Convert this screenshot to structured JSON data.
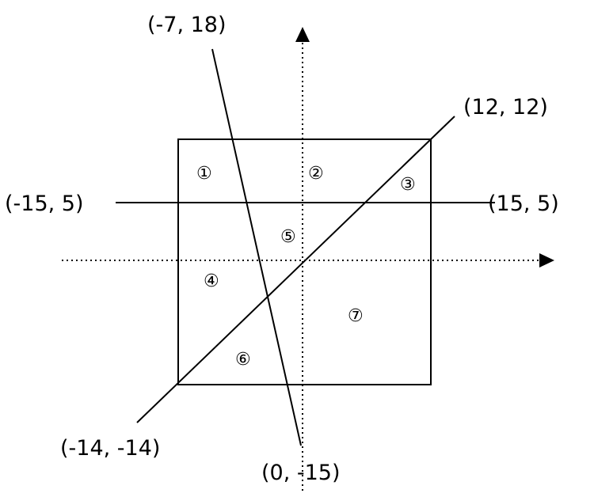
{
  "diagram": {
    "axes": {
      "x_arrow": true,
      "y_arrow": true,
      "style": "dotted"
    },
    "square": {
      "stroke": "#000000"
    },
    "lines": [
      {
        "name": "line-a",
        "from": "(-7, 18)",
        "to": "(0, -15)"
      },
      {
        "name": "line-b",
        "from": "(-14, -14)",
        "to": "(12, 12)"
      },
      {
        "name": "line-c",
        "from": "(-15, 5)",
        "to": "(15, 5)"
      }
    ],
    "point_labels": {
      "p_top": "(-7,  18)",
      "p_upper_right": "(12,  12)",
      "p_left": "(-15,  5)",
      "p_right": "(15,  5)",
      "p_lower_left": "(-14,  -14)",
      "p_bottom": "(0,  -15)"
    },
    "region_labels": {
      "r1": "①",
      "r2": "②",
      "r3": "③",
      "r4": "④",
      "r5": "⑤",
      "r6": "⑥",
      "r7": "⑦"
    }
  }
}
